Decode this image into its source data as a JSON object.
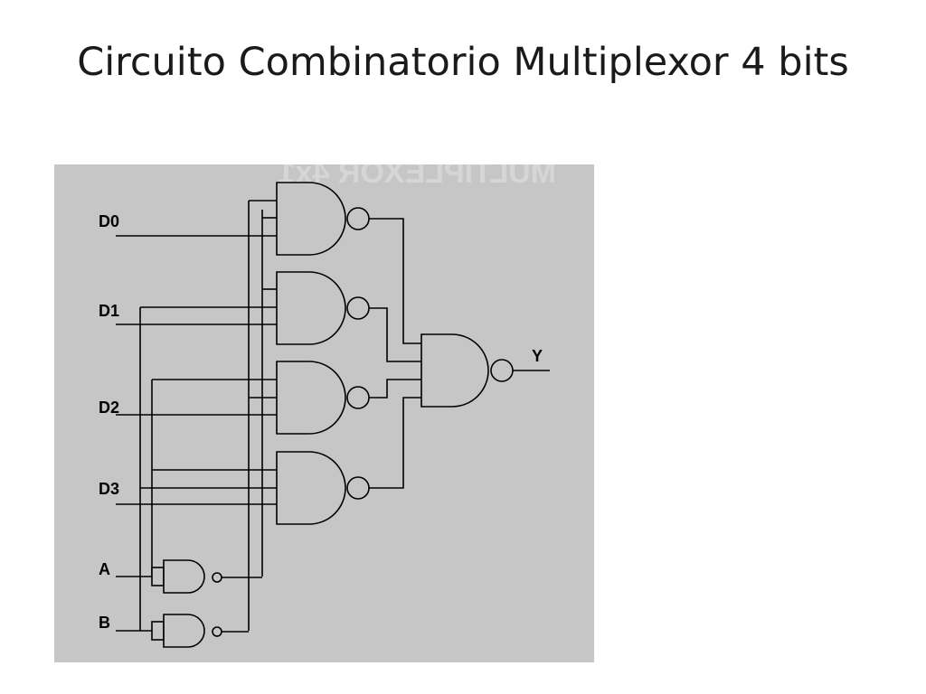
{
  "title": "Circuito Combinatorio Multiplexor 4 bits",
  "diagram": {
    "background": "#c6c6c6",
    "line_color": "#000000",
    "inputs": [
      "D0",
      "D1",
      "D2",
      "D3",
      "A",
      "B"
    ],
    "output": "Y",
    "watermark_text": "MULTIPLEXOR 4x1"
  }
}
